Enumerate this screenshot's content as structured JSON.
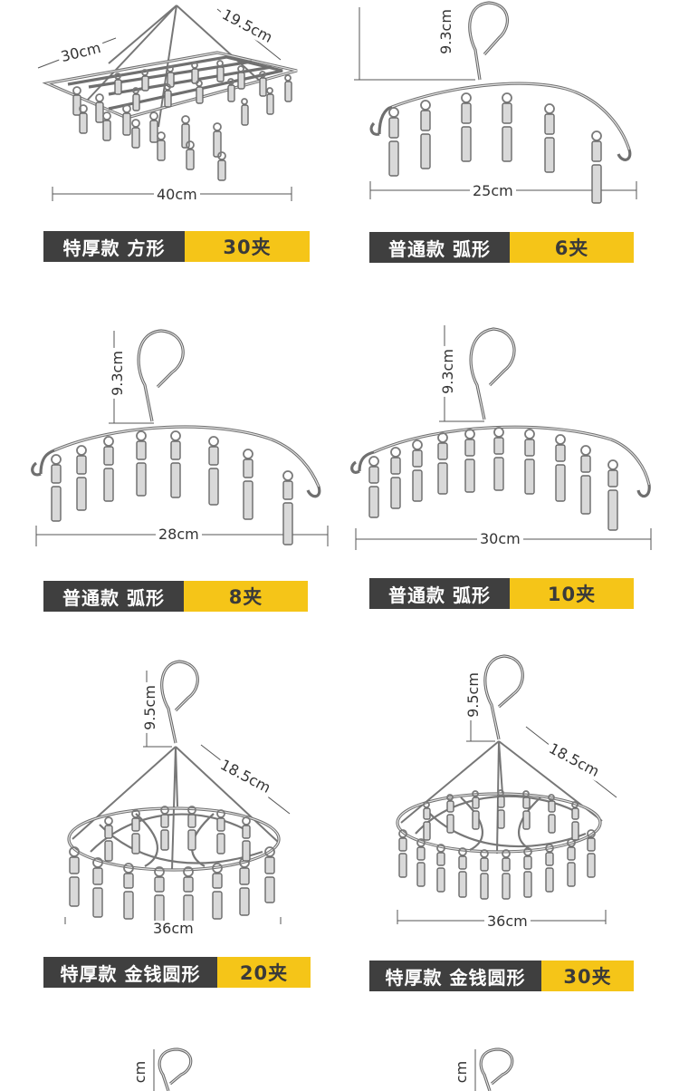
{
  "products": [
    {
      "dims": {
        "width": "40cm",
        "depth": "30cm",
        "diag": "19.5cm"
      },
      "label_type": "特厚款 方形",
      "label_count": "30夹"
    },
    {
      "dims": {
        "width": "25cm",
        "hook": "9.3cm"
      },
      "label_type": "普通款 弧形",
      "label_count": "6夹"
    },
    {
      "dims": {
        "width": "28cm",
        "hook": "9.3cm"
      },
      "label_type": "普通款 弧形",
      "label_count": "8夹"
    },
    {
      "dims": {
        "width": "30cm",
        "hook": "9.3cm"
      },
      "label_type": "普通款 弧形",
      "label_count": "10夹"
    },
    {
      "dims": {
        "width": "36cm",
        "hook": "9.5cm",
        "arm": "18.5cm"
      },
      "label_type": "特厚款 金钱圆形",
      "label_count": "20夹"
    },
    {
      "dims": {
        "width": "36cm",
        "hook": "9.5cm",
        "arm": "18.5cm"
      },
      "label_type": "特厚款 金钱圆形",
      "label_count": "30夹"
    }
  ],
  "partial": [
    {
      "hook_label": "cm"
    },
    {
      "hook_label": "cm"
    }
  ],
  "colors": {
    "label_dark": "#3f3f3f",
    "label_accent": "#f5c518",
    "label_text_light": "#ffffff",
    "label_text_dark": "#3a3a3a"
  }
}
